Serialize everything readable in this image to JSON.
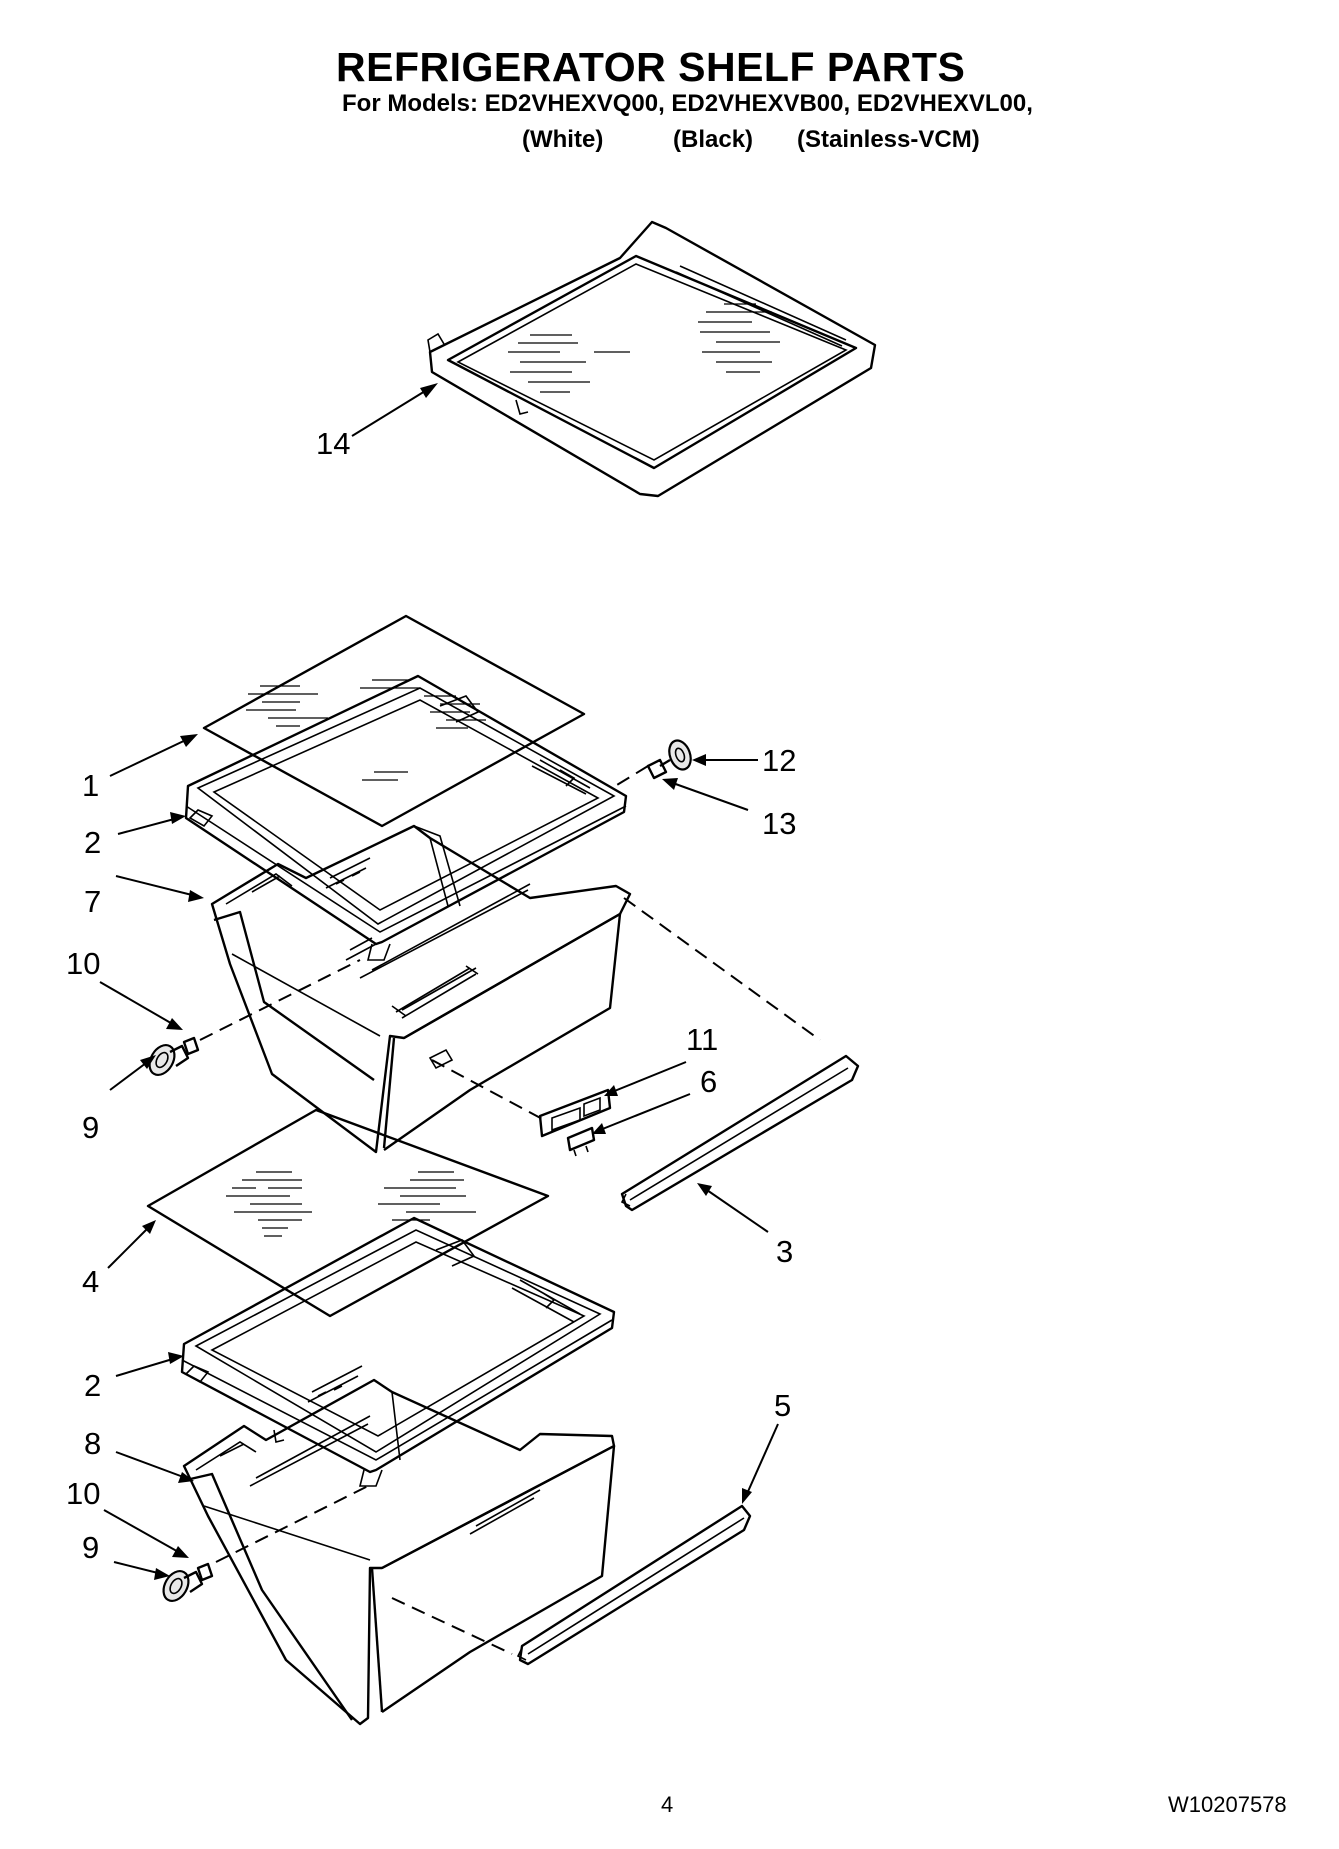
{
  "header": {
    "title": "REFRIGERATOR SHELF PARTS",
    "models_line": "For Models: ED2VHEXVQ00, ED2VHEXVB00, ED2VHEXVL00,",
    "variants": [
      "(White)",
      "(Black)",
      "(Stainless-VCM)"
    ]
  },
  "callouts": {
    "c1": "1",
    "c2a": "2",
    "c2b": "2",
    "c3": "3",
    "c4": "4",
    "c5": "5",
    "c6": "6",
    "c7": "7",
    "c8": "8",
    "c9a": "9",
    "c9b": "9",
    "c10a": "10",
    "c10b": "10",
    "c11": "11",
    "c12": "12",
    "c13": "13",
    "c14": "14"
  },
  "footer": {
    "page_number": "4",
    "document_number": "W10207578"
  }
}
